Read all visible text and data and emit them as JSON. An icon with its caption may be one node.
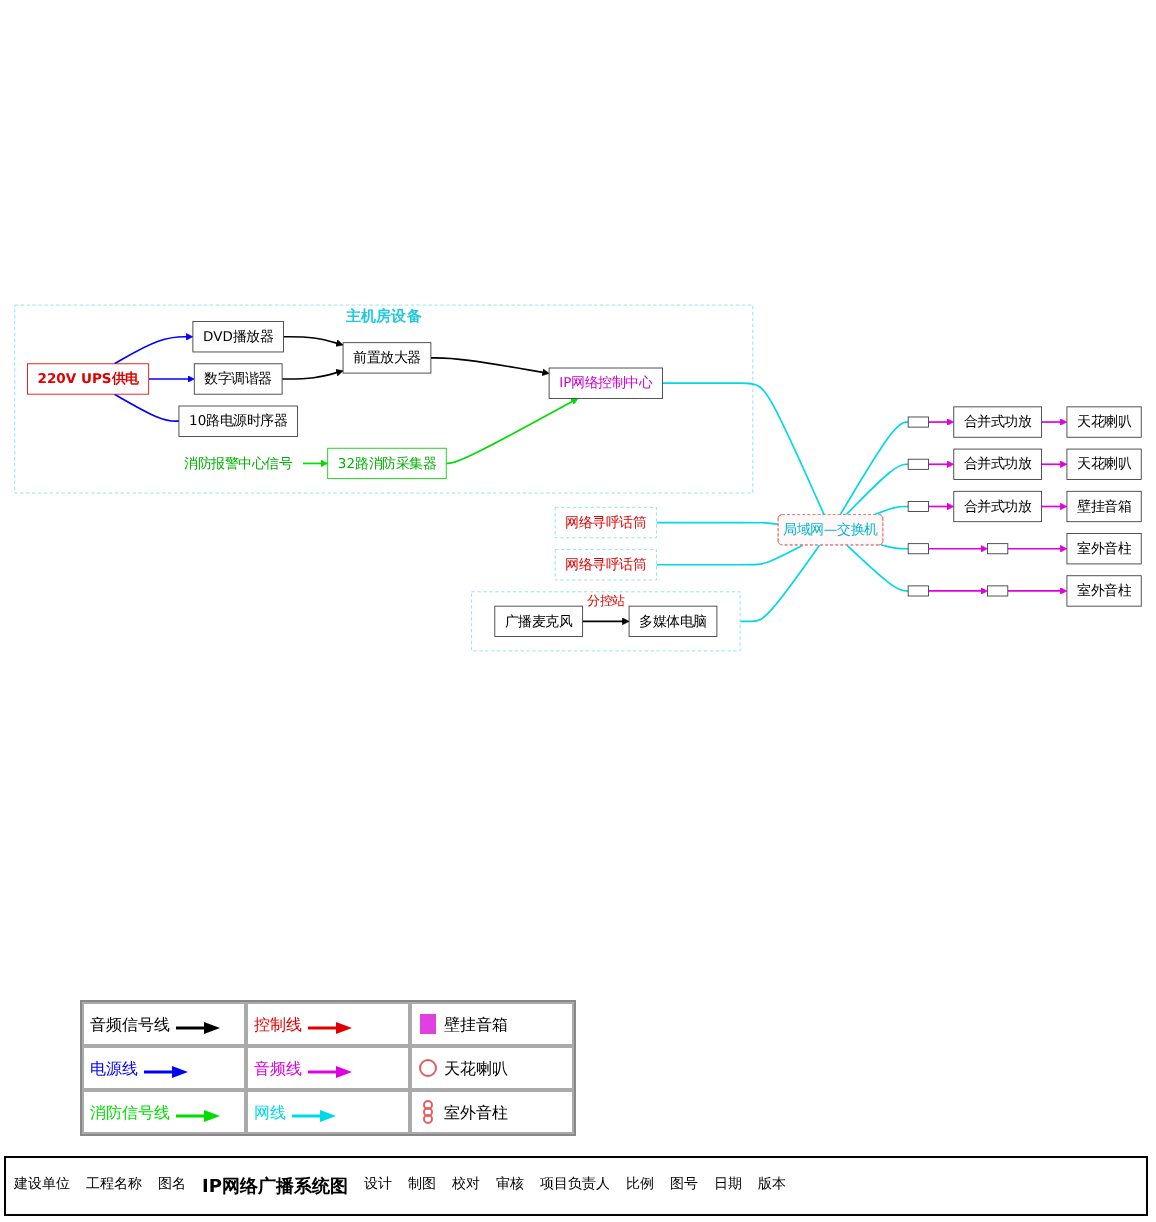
{
  "diagram": {
    "nodes": [
      {
        "text": [
          "主机房设备"
        ]
      },
      {
        "text": [
          "DVD播放器"
        ],
        "in": 0
      },
      {
        "text": [
          "数字调谐器"
        ],
        "in": 0
      },
      {
        "text": [
          "前置放大器"
        ],
        "in": 0
      },
      {
        "text": [
          "10路电源时序器"
        ],
        "in": 0
      },
      {
        "text": [
          "220V UPS供电"
        ],
        "in": 0
      },
      {
        "text": [
          "消防报警中心信号"
        ],
        "in": 0
      },
      {
        "text": [
          "32路消防采集器"
        ],
        "in": 0
      },
      {
        "text": [
          "IP网络控制中心"
        ],
        "in": 0
      },
      {
        "text": [
          "网络寻呼话筒"
        ]
      },
      {
        "text": [
          "分控站"
        ]
      },
      {
        "text": [
          "多媒体电脑"
        ],
        "in": 10
      },
      {
        "text": [
          "广播麦克风"
        ],
        "in": 10
      },
      {
        "text": [
          "局域网—交换机"
        ]
      },
      {
        "text": [
          "网络寻呼话筒"
        ]
      },
      {
        "text": [],
        "shape": "box"
      },
      {
        "text": [],
        "shape": "box"
      },
      {
        "text": [],
        "shape": "box"
      },
      {
        "text": [],
        "shape": "box"
      },
      {
        "text": [],
        "shape": "box"
      },
      {
        "text": [
          "合并式功放"
        ]
      },
      {
        "text": [
          "合并式功放"
        ]
      },
      {
        "text": [
          "合并式功放"
        ]
      },
      {
        "text": [],
        "shape": "box"
      },
      {
        "text": [],
        "shape": "box"
      },
      {
        "text": [
          "天花喇叭"
        ]
      },
      {
        "text": [
          "天花喇叭"
        ]
      },
      {
        "text": [
          "壁挂音箱"
        ]
      },
      {
        "text": [
          "室外音柱"
        ]
      },
      {
        "text": [
          "室外音柱"
        ]
      }
    ],
    "edges": [
      {
        "from": 5,
        "to": 1,
        "arrow": "to",
        "color": "#0000ff"
      },
      {
        "from": 5,
        "to": 2,
        "arrow": "to",
        "color": "#0000ff"
      },
      {
        "from": 5,
        "to": 4,
        "arrow": "none",
        "color": "#0000ff"
      },
      {
        "from": 1,
        "to": 3,
        "arrow": "to",
        "color": "#000000"
      },
      {
        "from": 2,
        "to": 3,
        "arrow": "to",
        "color": "#000000"
      },
      {
        "from": 3,
        "to": 8,
        "arrow": "to",
        "color": "#000000"
      },
      {
        "from": 6,
        "to": 7,
        "arrow": "to",
        "color": "#00dd00"
      },
      {
        "from": 7,
        "to": 8,
        "arrow": "to",
        "color": "#00dd00"
      },
      {
        "from": 12,
        "to": 11,
        "arrow": "to",
        "color": "#000000"
      },
      {
        "from": 8,
        "to": 13,
        "arrow": "none",
        "color": "#00d8e8"
      },
      {
        "from": 9,
        "to": 13,
        "arrow": "none",
        "color": "#00d8e8"
      },
      {
        "from": 10,
        "to": 13,
        "arrow": "none",
        "color": "#00d8e8"
      },
      {
        "from": 14,
        "to": 13,
        "arrow": "none",
        "color": "#00d8e8"
      },
      {
        "from": 13,
        "to": 15,
        "arrow": "none",
        "color": "#00d8e8"
      },
      {
        "from": 13,
        "to": 16,
        "arrow": "none",
        "color": "#00d8e8"
      },
      {
        "from": 13,
        "to": 17,
        "arrow": "none",
        "color": "#00d8e8"
      },
      {
        "from": 13,
        "to": 18,
        "arrow": "none",
        "color": "#00d8e8"
      },
      {
        "from": 13,
        "to": 19,
        "arrow": "none",
        "color": "#00d8e8"
      },
      {
        "from": 15,
        "to": 20,
        "arrow": "to",
        "color": "#e000e0"
      },
      {
        "from": 16,
        "to": 21,
        "arrow": "to",
        "color": "#e000e0"
      },
      {
        "from": 17,
        "to": 22,
        "arrow": "to",
        "color": "#e000e0"
      },
      {
        "from": 18,
        "to": 23,
        "arrow": "to",
        "color": "#e000e0"
      },
      {
        "from": 19,
        "to": 24,
        "arrow": "to",
        "color": "#e000e0"
      },
      {
        "from": 20,
        "to": 25,
        "arrow": "to",
        "color": "#e000e0"
      },
      {
        "from": 21,
        "to": 26,
        "arrow": "to",
        "color": "#e000e0"
      },
      {
        "from": 22,
        "to": 27,
        "arrow": "to",
        "color": "#e000e0"
      },
      {
        "from": 23,
        "to": 28,
        "arrow": "to",
        "color": "#e000e0"
      },
      {
        "from": 24,
        "to": 29,
        "arrow": "to",
        "color": "#e000e0"
      }
    ],
    "labels": [
      "建设单位",
      "工程名称",
      "图名",
      "IP网络广播系统图",
      "设计",
      "制图",
      "校对",
      "审核",
      "项目负责人",
      "比例",
      "图号",
      "日期",
      "版本"
    ],
    "legend": [
      {
        "text": "音频信号线"
      },
      {
        "text": "控制线"
      },
      {
        "text": "壁挂音箱"
      },
      {
        "text": "电源线"
      },
      {
        "text": "音频线"
      },
      {
        "text": "天花喇叭"
      },
      {
        "text": "消防信号线"
      },
      {
        "text": "网线"
      },
      {
        "text": "室外音柱"
      }
    ]
  }
}
